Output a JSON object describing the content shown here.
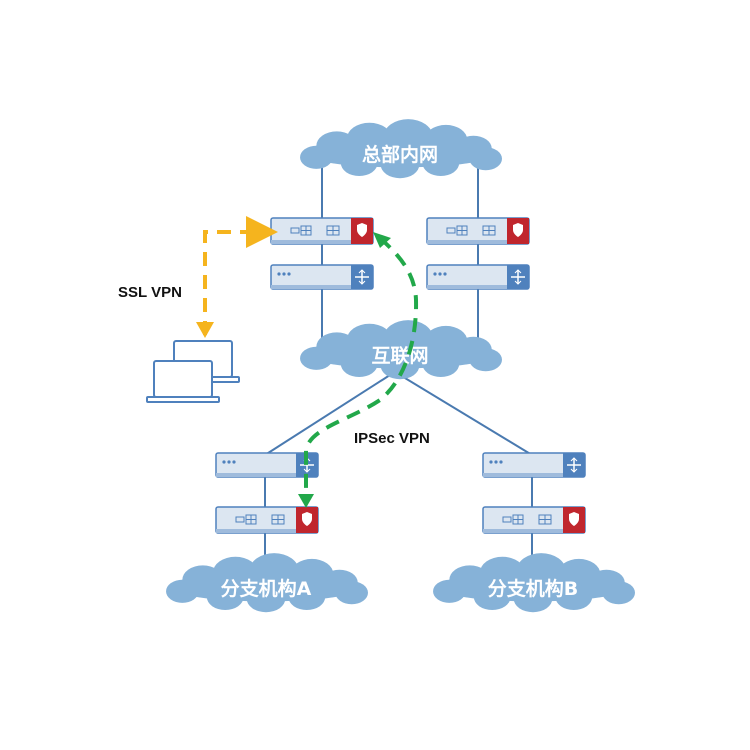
{
  "clouds": {
    "hq": "总部内网",
    "internet": "互联网",
    "branch_a": "分支机构A",
    "branch_b": "分支机构B"
  },
  "vpn_labels": {
    "ssl": "SSL VPN",
    "ipsec": "IPSec VPN"
  },
  "colors": {
    "cloud": "#86b2d8",
    "device_body": "#dce6f1",
    "device_border": "#4f81bd",
    "firewall_accent": "#c0262d",
    "switch_accent": "#4f81bd",
    "link": "#4a7ab0",
    "ssl_path": "#f5b41e",
    "ipsec_path": "#22a84a"
  },
  "icons": [
    "firewall-device",
    "switch-device",
    "laptop-icon",
    "cloud"
  ]
}
